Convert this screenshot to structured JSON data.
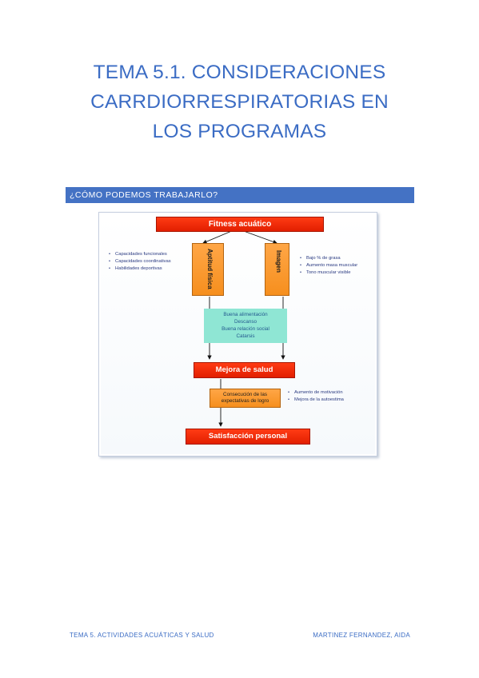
{
  "title_lines": [
    "TEMA 5.1. CONSIDERACIONES",
    "CARRDIORRESPIRATORIAS EN",
    "LOS PROGRAMAS"
  ],
  "section_heading": "¿CÓMO PODEMOS TRABAJARLO?",
  "diagram": {
    "top": "Fitness acuático",
    "aptitud": "Aptitud física",
    "imagen": "Imagen",
    "left_bullets": [
      "Capacidades funcionales",
      "Capacidades coordinativas",
      "Habilidades deportivas"
    ],
    "right_bullets": [
      "Bajo % de grasa",
      "Aumento masa muscular",
      "Tono muscular visible"
    ],
    "teal_lines": [
      "Buena alimentación",
      "Descanso",
      "Buena relación social",
      "Catarsis"
    ],
    "mejora": "Mejora de salud",
    "consecucion": "Consecución de las expectativas de logro",
    "mid_bullets": [
      "Aumento de motivación",
      "Mejora de la autoestima"
    ],
    "satisfaccion": "Satisfacción personal",
    "colors": {
      "red": "#f23a14",
      "orange": "#f99a34",
      "teal": "#8fe6d4"
    }
  },
  "footer": {
    "left": "TEMA 5. ACTIVIDADES ACUÁTICAS Y SALUD",
    "right": "MARTINEZ FERNANDEZ, AIDA"
  }
}
